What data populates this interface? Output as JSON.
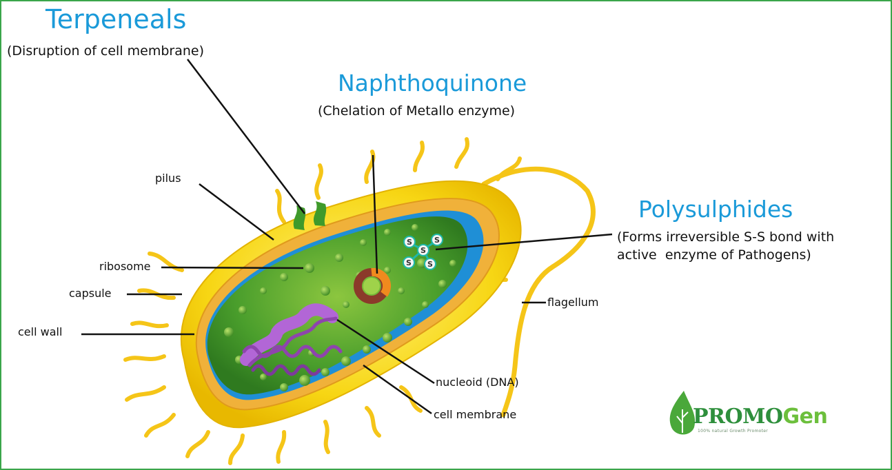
{
  "annotations": {
    "terpeneals": {
      "title": "Terpeneals",
      "subtitle": "(Disruption of cell membrane)"
    },
    "naphthoquinone": {
      "title": "Naphthoquinone",
      "subtitle": "(Chelation of Metallo enzyme)"
    },
    "polysulphides": {
      "title": "Polysulphides",
      "subtitle": "(Forms irreversible S-S bond with\nactive  enzyme of Pathogens)"
    }
  },
  "parts": {
    "pilus": "pilus",
    "ribosome": "ribosome",
    "capsule": "capsule",
    "cell_wall": "cell wall",
    "nucleoid": "nucleoid (DNA)",
    "cell_membrane": "cell membrane",
    "flagellum": "flagellum"
  },
  "molecule": {
    "atom_label": "S"
  },
  "logo": {
    "brand_main": "PROMO",
    "brand_accent": "Gen",
    "tagline": "100% natural Growth Promoter"
  },
  "colors": {
    "title_blue": "#1a9ad9",
    "border_green": "#3aa64a",
    "capsule_yellow": "#f5d20f",
    "cytoplasm_green": "#4a9e2c",
    "dna_purple": "#9b59b6",
    "logo_green": "#2e8f3c"
  }
}
